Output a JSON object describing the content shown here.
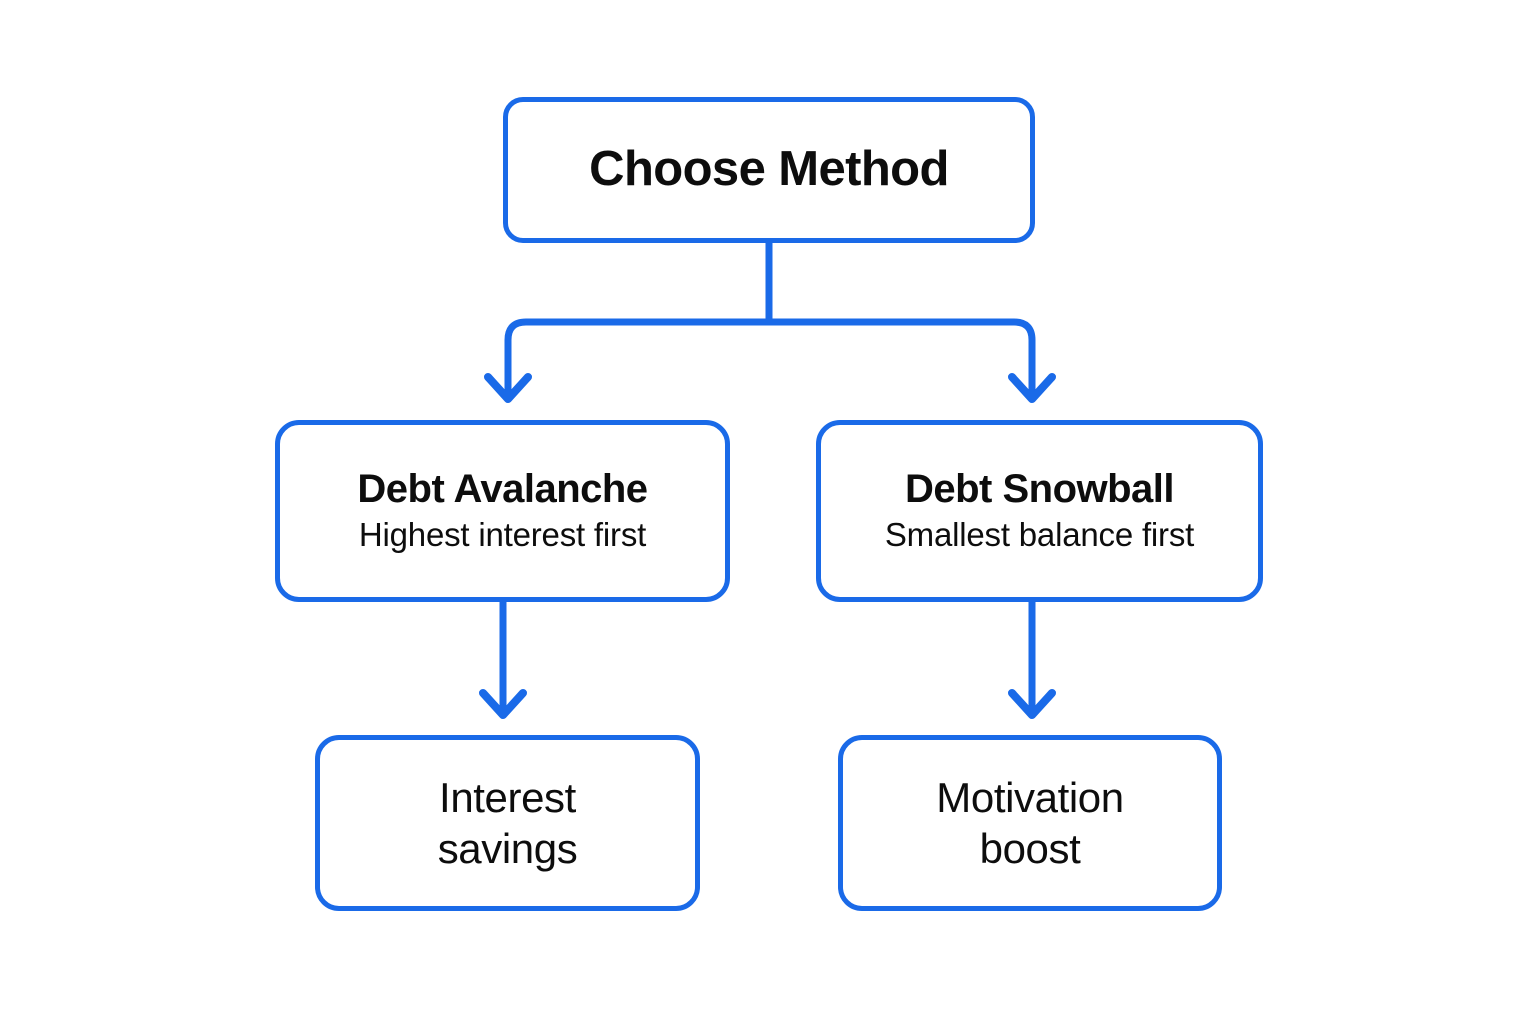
{
  "diagram": {
    "title": "Choose Method",
    "accent_color": "#1a6ae8",
    "background_color": "#ffffff",
    "text_color": "#0d0d0d",
    "root": {
      "label": "Choose Method"
    },
    "methods": [
      {
        "label": "Debt Avalanche",
        "subtitle": "Highest interest first",
        "outcome": "Interest\nsavings"
      },
      {
        "label": "Debt Snowball",
        "subtitle": "Smallest balance first",
        "outcome": "Motivation\nboost"
      }
    ],
    "outcomes": [
      {
        "label": "Interest\nsavings"
      },
      {
        "label": "Motivation\nboost"
      }
    ]
  }
}
